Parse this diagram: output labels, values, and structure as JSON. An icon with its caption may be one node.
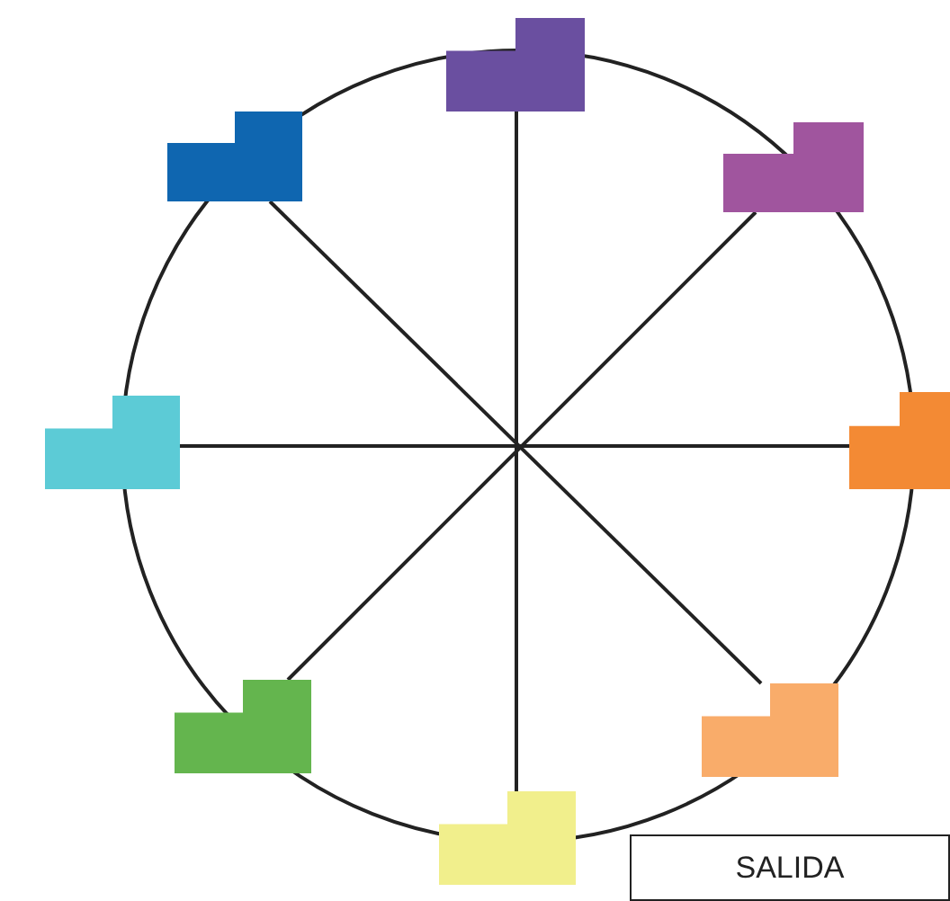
{
  "diagram": {
    "nodes": [
      {
        "text": [],
        "shape": "box"
      },
      {
        "text": [],
        "shape": "box"
      },
      {
        "text": [],
        "shape": "box"
      },
      {
        "text": [],
        "shape": "box"
      },
      {
        "text": [],
        "shape": "box"
      },
      {
        "text": [],
        "shape": "box"
      },
      {
        "text": [],
        "shape": "box"
      },
      {
        "text": [],
        "shape": "box"
      },
      {
        "text": [
          "SALIDA"
        ]
      }
    ],
    "edges": [
      {
        "from": 0,
        "to": 7,
        "arrow": "none"
      },
      {
        "from": 1,
        "to": 6,
        "arrow": "none"
      },
      {
        "from": 2,
        "to": 5,
        "arrow": "none"
      },
      {
        "from": 3,
        "to": 4,
        "arrow": "none"
      }
    ]
  }
}
